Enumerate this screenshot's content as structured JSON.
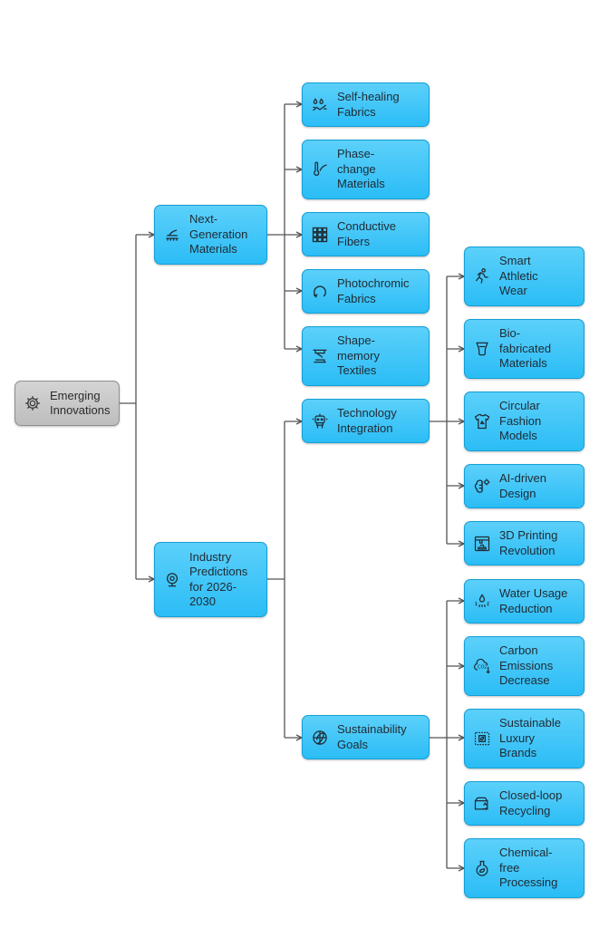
{
  "root": {
    "label": "Emerging\nInnovations",
    "icon": "gear-icon"
  },
  "branches": {
    "materials": {
      "label": "Next-\nGeneration\nMaterials",
      "icon": "sewing-machine-icon",
      "children": {
        "self_healing": {
          "label": "Self-healing\nFabrics",
          "icon": "droplets-stitch-icon"
        },
        "phase_change": {
          "label": "Phase-\nchange\nMaterials",
          "icon": "thermometer-icon"
        },
        "conductive": {
          "label": "Conductive\nFibers",
          "icon": "grid-icon"
        },
        "photochromic": {
          "label": "Photochromic\nFabrics",
          "icon": "circular-arrow-icon"
        },
        "shape_memory": {
          "label": "Shape-\nmemory\nTextiles",
          "icon": "press-icon"
        }
      }
    },
    "predictions": {
      "label": "Industry\nPredictions\nfor 2026-\n2030",
      "icon": "webcam-icon",
      "technology": {
        "label": "Technology\nIntegration",
        "icon": "robot-icon",
        "children": {
          "smart_athletic": {
            "label": "Smart\nAthletic\nWear",
            "icon": "running-icon"
          },
          "biofabricated": {
            "label": "Bio-\nfabricated\nMaterials",
            "icon": "beaker-icon"
          },
          "circular_fashion": {
            "label": "Circular\nFashion\nModels",
            "icon": "recycle-shirt-icon"
          },
          "ai_design": {
            "label": "AI-driven\nDesign",
            "icon": "brain-icon"
          },
          "printing_3d": {
            "label": "3D Printing\nRevolution",
            "icon": "printer-3d-icon"
          }
        }
      },
      "sustainability": {
        "label": "Sustainability\nGoals",
        "icon": "leaf-globe-icon",
        "children": {
          "water_usage": {
            "label": "Water Usage\nReduction",
            "icon": "water-drop-icon"
          },
          "carbon": {
            "label": "Carbon\nEmissions\nDecrease",
            "icon": "co2-icon"
          },
          "luxury": {
            "label": "Sustainable\nLuxury\nBrands",
            "icon": "eco-label-icon"
          },
          "closed_loop": {
            "label": "Closed-loop\nRecycling",
            "icon": "recycle-box-icon"
          },
          "chemical_free": {
            "label": "Chemical-\nfree\nProcessing",
            "icon": "flask-leaf-icon"
          }
        }
      }
    }
  },
  "colors": {
    "node_fill": "#2bbdf6",
    "node_border": "#139fd6",
    "root_fill": "#c8c8c8",
    "connector": "#555555"
  }
}
